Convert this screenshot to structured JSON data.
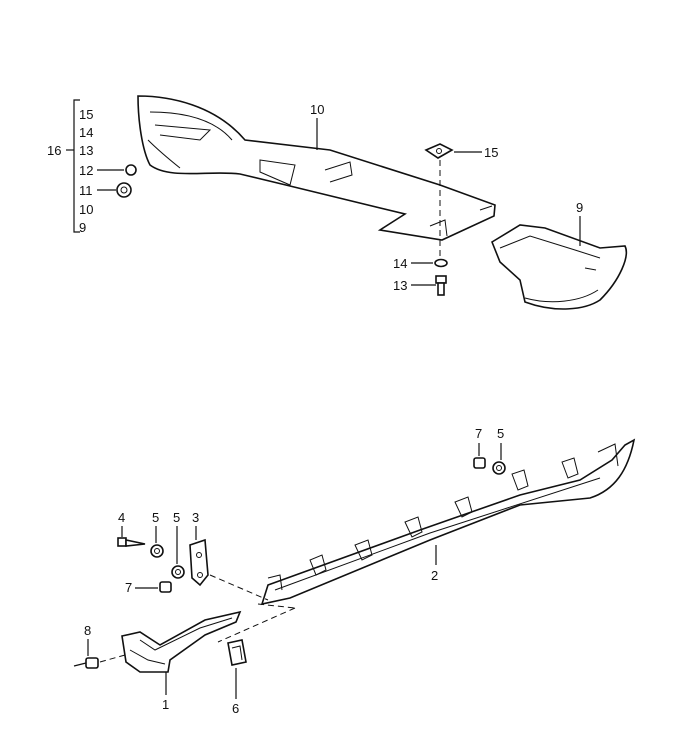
{
  "callouts": {
    "c1": "1",
    "c2": "2",
    "c3": "3",
    "c4": "4",
    "c5a": "5",
    "c5b": "5",
    "c5c": "5",
    "c6": "6",
    "c7a": "7",
    "c7b": "7",
    "c8": "8",
    "c9": "9",
    "c10": "10",
    "c13": "13",
    "c14": "14",
    "c15": "15"
  },
  "kit": {
    "label": "16",
    "items": [
      "15",
      "14",
      "13",
      "12",
      "11",
      "10",
      "9"
    ]
  }
}
